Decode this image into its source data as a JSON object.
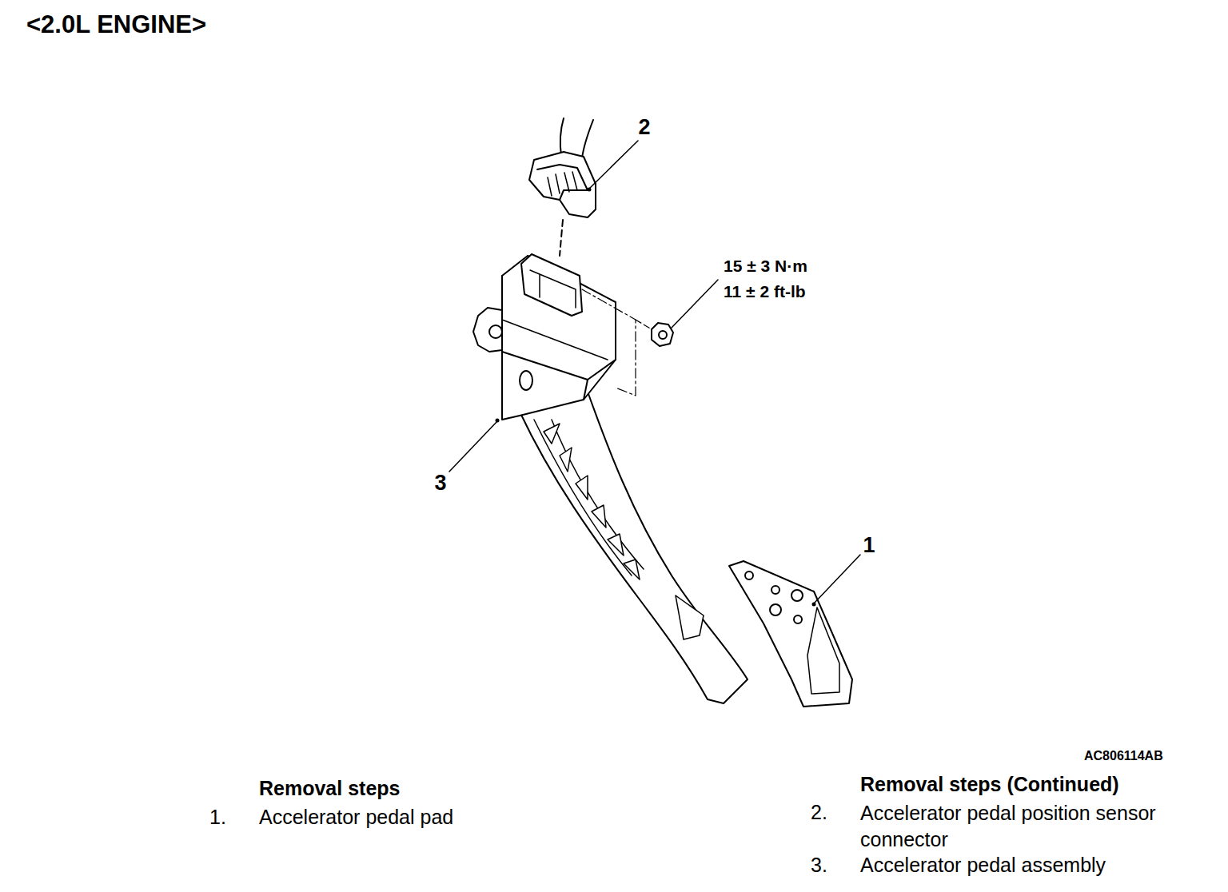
{
  "diagram": {
    "title": "<2.0L ENGINE>",
    "labels": [
      "2",
      "15 ± 3 N·m",
      "11 ± 2 ft-lb",
      "3",
      "1",
      "AC806114AB",
      "Removal steps",
      "1.",
      "Accelerator pedal pad",
      "Removal steps (Continued)",
      "2.",
      "Accelerator pedal position sensor connector",
      "3.",
      "Accelerator pedal assembly"
    ]
  }
}
